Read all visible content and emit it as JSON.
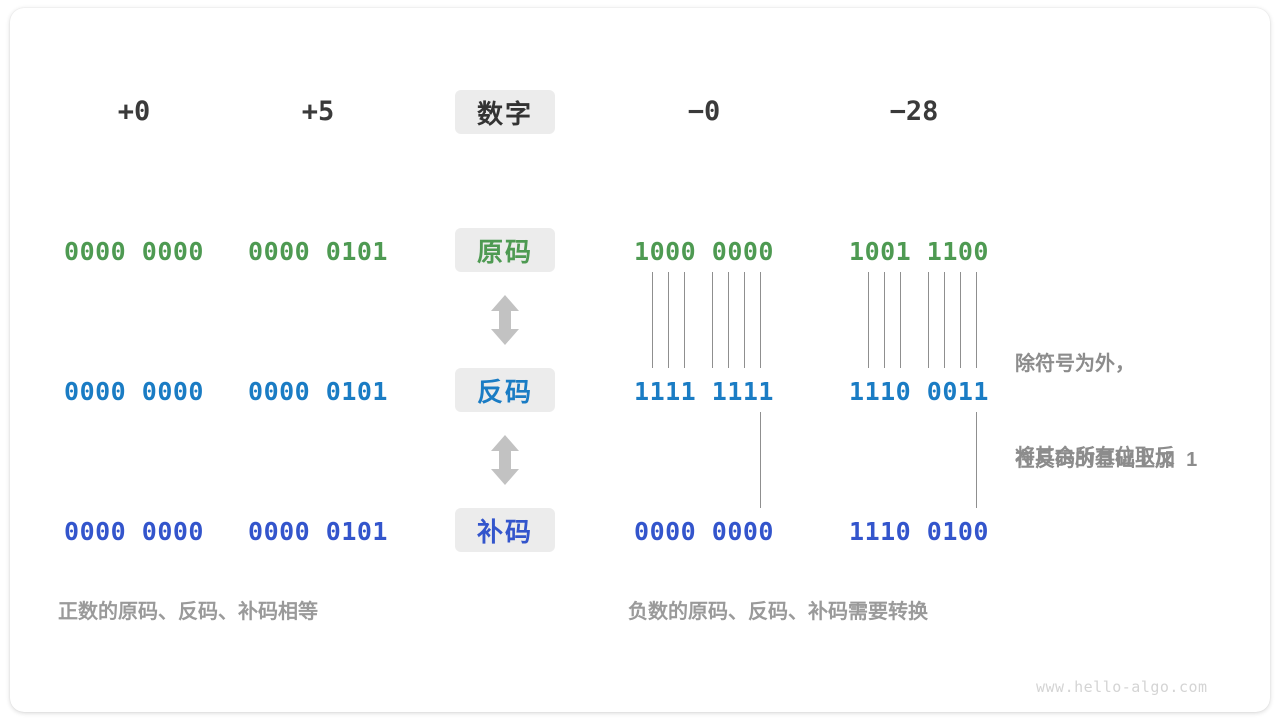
{
  "colors": {
    "sign_magnitude": "#4e9a52",
    "ones_complement": "#1a7cc4",
    "twos_complement": "#3355cc",
    "badge_bg": "#ececec",
    "annotation": "#8c8c8c",
    "connector": "#8f8f8f",
    "card_bg": "#ffffff"
  },
  "row_labels": {
    "number": "数字",
    "sign_magnitude": "原码",
    "ones_complement": "反码",
    "twos_complement": "补码"
  },
  "columns": [
    {
      "key": "pos_zero",
      "header": "+0",
      "sign_magnitude": "0000 0000",
      "ones_complement": "0000 0000",
      "twos_complement": "0000 0000"
    },
    {
      "key": "pos_five",
      "header": "+5",
      "sign_magnitude": "0000 0101",
      "ones_complement": "0000 0101",
      "twos_complement": "0000 0101"
    },
    {
      "key": "neg_zero",
      "header": "−0",
      "sign_magnitude": "1000 0000",
      "ones_complement": "1111 1111",
      "twos_complement": "0000 0000"
    },
    {
      "key": "neg_twentyeight",
      "header": "−28",
      "sign_magnitude": "1001 1100",
      "ones_complement": "1110 0011",
      "twos_complement": "1110 0100"
    }
  ],
  "annotations": {
    "invert_line1": "除符号为外，",
    "invert_line2": "将其余所有位取反",
    "add_one": "在反码的基础上加  1"
  },
  "captions": {
    "positive": "正数的原码、反码、补码相等",
    "negative": "负数的原码、反码、补码需要转换"
  },
  "watermark": "www.hello-algo.com"
}
